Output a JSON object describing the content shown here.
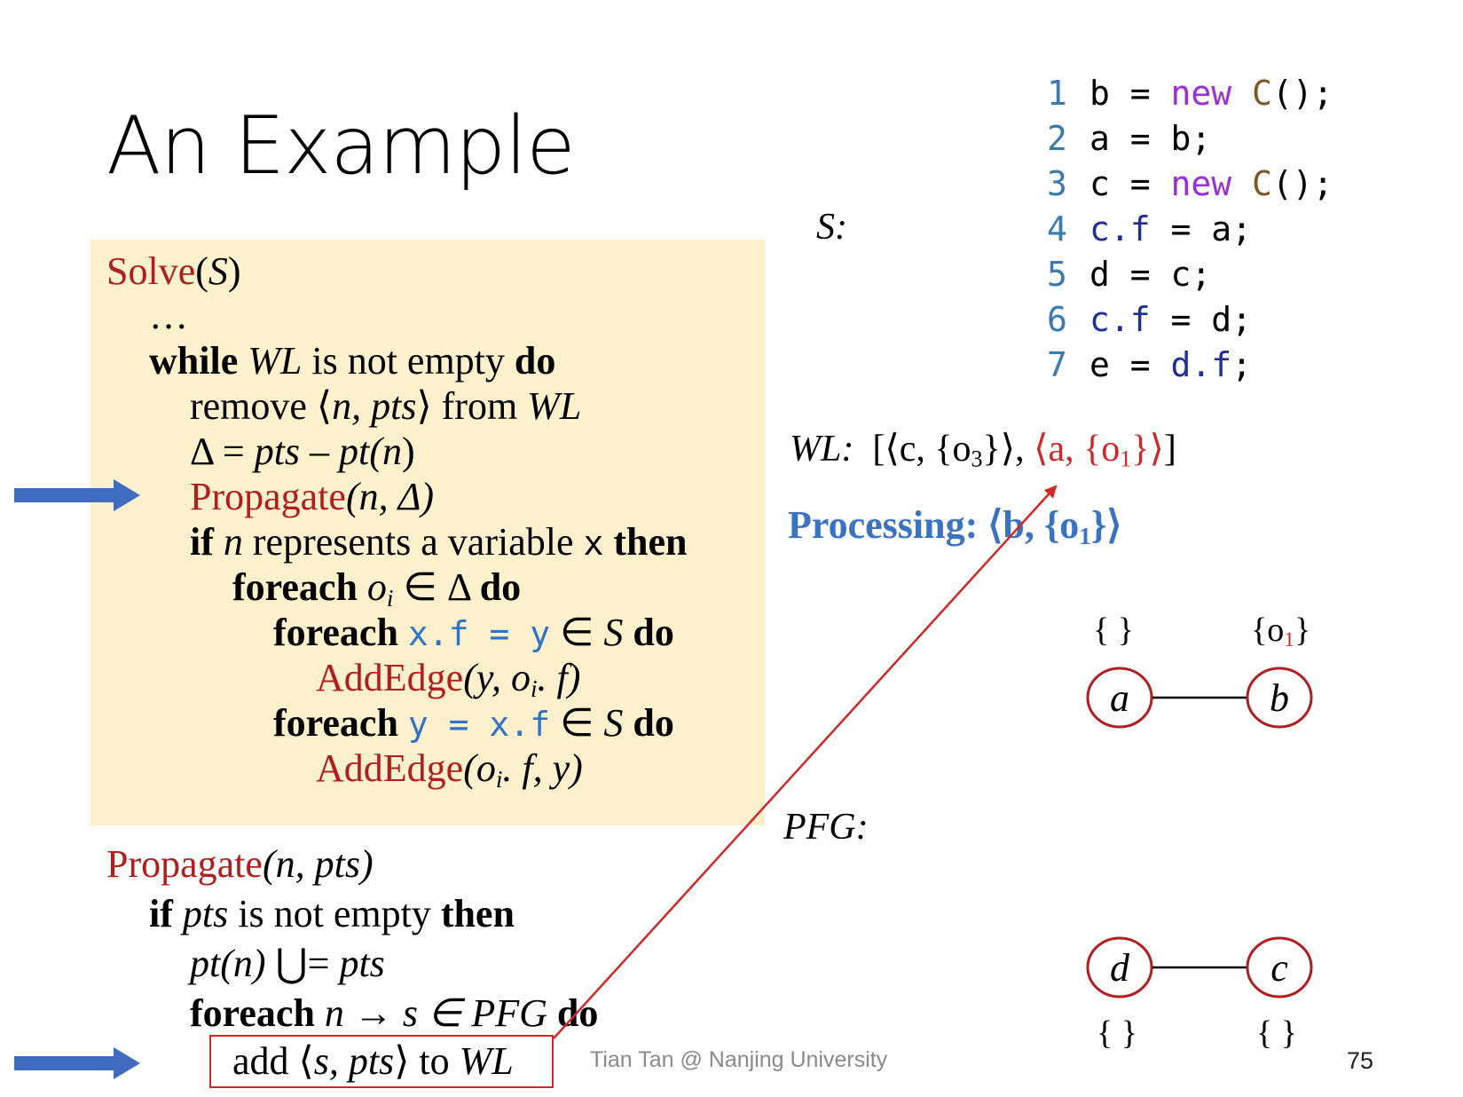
{
  "slide": {
    "title": "An Example",
    "footer": "Tian Tan @ Nanjing University",
    "page_number": "75"
  },
  "solve": {
    "name": "Solve",
    "param": "S",
    "ellipsis": "…",
    "kw_while": "while",
    "wl": "WL",
    "not_empty": " is not empty ",
    "kw_do": "do",
    "remove": "remove ⟨",
    "n_pts": "n, pts",
    "remove_from": "⟩ from ",
    "delta_eq": "Δ = ",
    "pts": "pts",
    "minus_pt": " – pt(",
    "n": "n",
    "close_paren": ")",
    "propagate_call": "Propagate",
    "propagate_args": "(n, Δ)",
    "kw_if": "if",
    "represents": " represents a variable ",
    "x_var": "x",
    "kw_then": "then",
    "kw_foreach": "foreach",
    "oi": "o",
    "oi_sub": "i",
    "in_delta": " ∈ Δ ",
    "store_stmt": "x.f = y",
    "load_stmt": "y = x.f",
    "in_s": " ∈ ",
    "s": "S",
    "addedge": "AddEdge",
    "addedge1_args": "(y, o",
    "addedge1_tail": ". f)",
    "addedge2_args": "(o",
    "addedge2_tail": ". f, y)"
  },
  "propagate": {
    "name": "Propagate",
    "args": "(n, pts)",
    "kw_if": "if",
    "pts": "pts",
    "not_empty": " is not empty ",
    "kw_then": "then",
    "pt_n": "pt(n)",
    "union_eq": " ⋃= ",
    "kw_foreach": "foreach",
    "edge": " n → s ∈ ",
    "pfg": "PFG",
    "kw_do": " do",
    "add": "add ⟨",
    "s_pts": "s, pts",
    "to": "⟩ to ",
    "wl": "WL"
  },
  "program": {
    "label": "S:",
    "lines": [
      {
        "num": "1",
        "parts": [
          [
            "t",
            "b = "
          ],
          [
            "kw",
            "new"
          ],
          [
            "t",
            " "
          ],
          [
            "cls",
            "C"
          ],
          [
            "t",
            "();"
          ]
        ]
      },
      {
        "num": "2",
        "parts": [
          [
            "t",
            "a = b;"
          ]
        ]
      },
      {
        "num": "3",
        "parts": [
          [
            "t",
            "c = "
          ],
          [
            "kw",
            "new"
          ],
          [
            "t",
            " "
          ],
          [
            "cls",
            "C"
          ],
          [
            "t",
            "();"
          ]
        ]
      },
      {
        "num": "4",
        "parts": [
          [
            "fld",
            "c.f"
          ],
          [
            "t",
            " = a;"
          ]
        ]
      },
      {
        "num": "5",
        "parts": [
          [
            "t",
            "d = c;"
          ]
        ]
      },
      {
        "num": "6",
        "parts": [
          [
            "fld",
            "c.f"
          ],
          [
            "t",
            " = d;"
          ]
        ]
      },
      {
        "num": "7",
        "parts": [
          [
            "t",
            "e = "
          ],
          [
            "fld",
            "d.f"
          ],
          [
            "t",
            ";"
          ]
        ]
      }
    ]
  },
  "worklist": {
    "label": "WL:",
    "open": "[⟨c, {o",
    "o3_sub": "3",
    "mid": "}⟩, ",
    "red_item": "⟨a, {o",
    "o1_sub": "1",
    "red_close": "}⟩",
    "close": "]"
  },
  "processing": {
    "label": "Processing: ",
    "item": "⟨b, {o",
    "sub": "1",
    "close": "}⟩"
  },
  "pfg": {
    "label": "PFG:",
    "nodes": {
      "a": {
        "name": "a",
        "pts": "{ }"
      },
      "b": {
        "name": "b",
        "pts_open": "{o",
        "pts_sub": "1",
        "pts_close": "}"
      },
      "c": {
        "name": "c",
        "pts": "{ }"
      },
      "d": {
        "name": "d",
        "pts": "{ }"
      }
    }
  },
  "colors": {
    "box_bg": "#fdf0cc",
    "keyword_red": "#b01e1e",
    "highlight_red": "#d02828",
    "code_blue": "#2f74c8",
    "processing_blue": "#3a74c0",
    "arrow_blue": "#3f6cbf"
  }
}
